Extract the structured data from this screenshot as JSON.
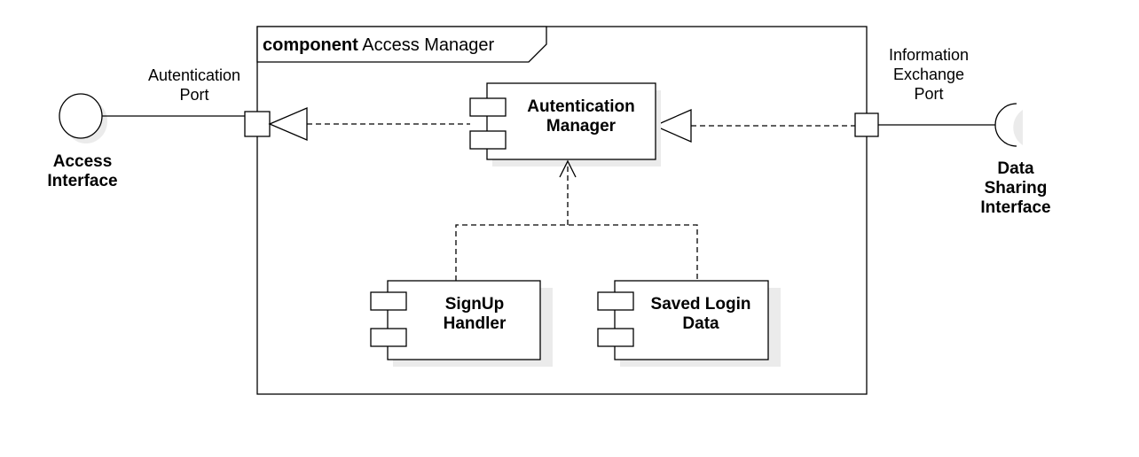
{
  "frame": {
    "keyword": "component",
    "name": "Access Manager"
  },
  "ports": {
    "left_label": [
      "Autentication",
      "Port"
    ],
    "right_label": [
      "Information",
      "Exchange",
      "Port"
    ]
  },
  "interfaces": {
    "provided": {
      "label": [
        "Access",
        "Interface"
      ]
    },
    "required": {
      "label": [
        "Data",
        "Sharing",
        "Interface"
      ]
    }
  },
  "components": {
    "auth_manager": {
      "label": [
        "Autentication",
        "Manager"
      ]
    },
    "signup_handler": {
      "label": [
        "SignUp",
        "Handler"
      ]
    },
    "saved_login": {
      "label": [
        "Saved Login",
        "Data"
      ]
    }
  },
  "colors": {
    "stroke": "#000000",
    "fill": "#ffffff",
    "shadow": "#ebebeb"
  }
}
